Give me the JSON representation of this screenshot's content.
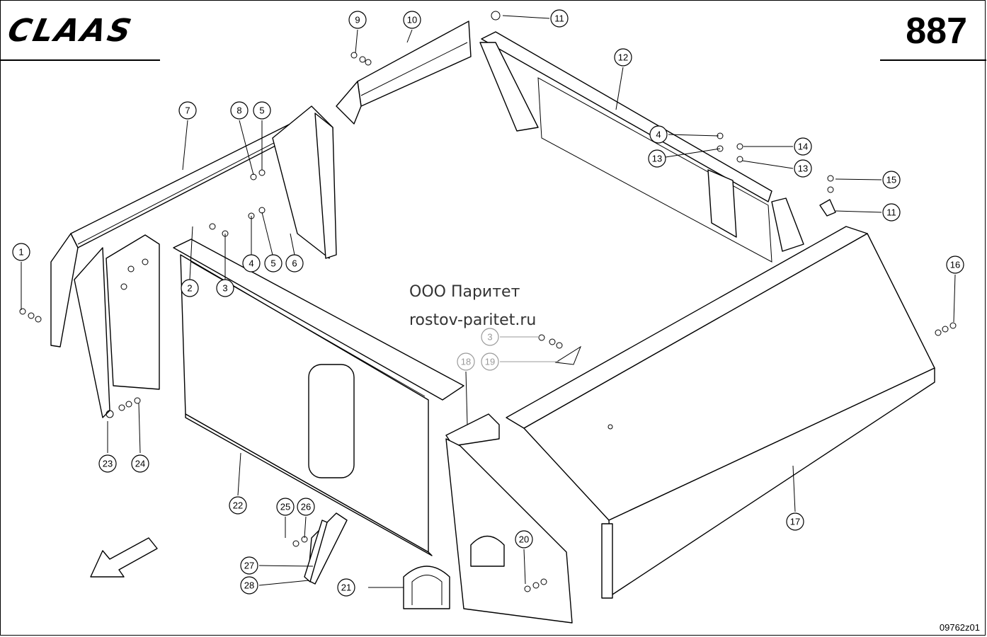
{
  "header": {
    "brand": "CLAAS",
    "page_number": "887"
  },
  "watermark": {
    "company": "ООО Паритет",
    "site": "rostov-paritet.ru"
  },
  "footer": {
    "drawing_code": "09762z01"
  },
  "callouts": [
    {
      "id": "c1",
      "label": "1"
    },
    {
      "id": "c2",
      "label": "2"
    },
    {
      "id": "c3a",
      "label": "3"
    },
    {
      "id": "c3b",
      "label": "3"
    },
    {
      "id": "c4a",
      "label": "4"
    },
    {
      "id": "c4b",
      "label": "4"
    },
    {
      "id": "c5a",
      "label": "5"
    },
    {
      "id": "c5b",
      "label": "5"
    },
    {
      "id": "c6",
      "label": "6"
    },
    {
      "id": "c7",
      "label": "7"
    },
    {
      "id": "c8",
      "label": "8"
    },
    {
      "id": "c9",
      "label": "9"
    },
    {
      "id": "c10",
      "label": "10"
    },
    {
      "id": "c11a",
      "label": "11"
    },
    {
      "id": "c11b",
      "label": "11"
    },
    {
      "id": "c12",
      "label": "12"
    },
    {
      "id": "c13a",
      "label": "13"
    },
    {
      "id": "c13b",
      "label": "13"
    },
    {
      "id": "c14",
      "label": "14"
    },
    {
      "id": "c15",
      "label": "15"
    },
    {
      "id": "c16",
      "label": "16"
    },
    {
      "id": "c17",
      "label": "17"
    },
    {
      "id": "c18",
      "label": "18"
    },
    {
      "id": "c19",
      "label": "19"
    },
    {
      "id": "c20",
      "label": "20"
    },
    {
      "id": "c21",
      "label": "21"
    },
    {
      "id": "c22",
      "label": "22"
    },
    {
      "id": "c23",
      "label": "23"
    },
    {
      "id": "c24",
      "label": "24"
    },
    {
      "id": "c25",
      "label": "25"
    },
    {
      "id": "c26",
      "label": "26"
    },
    {
      "id": "c27",
      "label": "27"
    },
    {
      "id": "c28",
      "label": "28"
    }
  ]
}
